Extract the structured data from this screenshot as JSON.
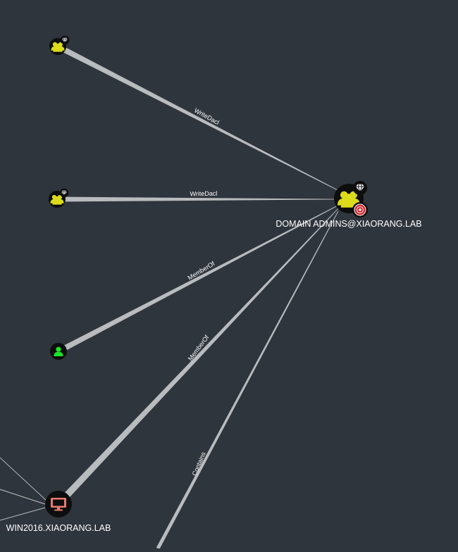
{
  "colors": {
    "background": "#2f353c",
    "edge": "#b9bcbf",
    "group_fill": "#dbdb1c",
    "user_fill": "#17e625",
    "computer_fill": "#e87a70",
    "node_ring": "#0d0d0d",
    "label": "#ffffff"
  },
  "nodes": [
    {
      "id": "g1",
      "type": "group",
      "label": "",
      "icon": "group-icon",
      "badges": [
        "diamond-icon"
      ]
    },
    {
      "id": "g2",
      "type": "group",
      "label": "",
      "icon": "group-icon",
      "badges": [
        "diamond-icon"
      ]
    },
    {
      "id": "u1",
      "type": "user",
      "label": "",
      "icon": "user-icon",
      "badges": []
    },
    {
      "id": "c1",
      "type": "computer",
      "label": "WIN2016.XIAORANG.LAB",
      "icon": "computer-icon",
      "badges": []
    },
    {
      "id": "da",
      "type": "group",
      "label": "DOMAIN ADMINS@XIAORANG.LAB",
      "icon": "group-icon",
      "badges": [
        "diamond-icon",
        "target-icon"
      ]
    }
  ],
  "edges": [
    {
      "from": "g1",
      "to": "da",
      "label": "WriteDacl"
    },
    {
      "from": "g2",
      "to": "da",
      "label": "WriteDacl"
    },
    {
      "from": "u1",
      "to": "da",
      "label": "MemberOf"
    },
    {
      "from": "c1",
      "to": "da",
      "label": "MemberOf"
    },
    {
      "from": "offscreen-bottom",
      "to": "da",
      "label": "Contains"
    }
  ]
}
